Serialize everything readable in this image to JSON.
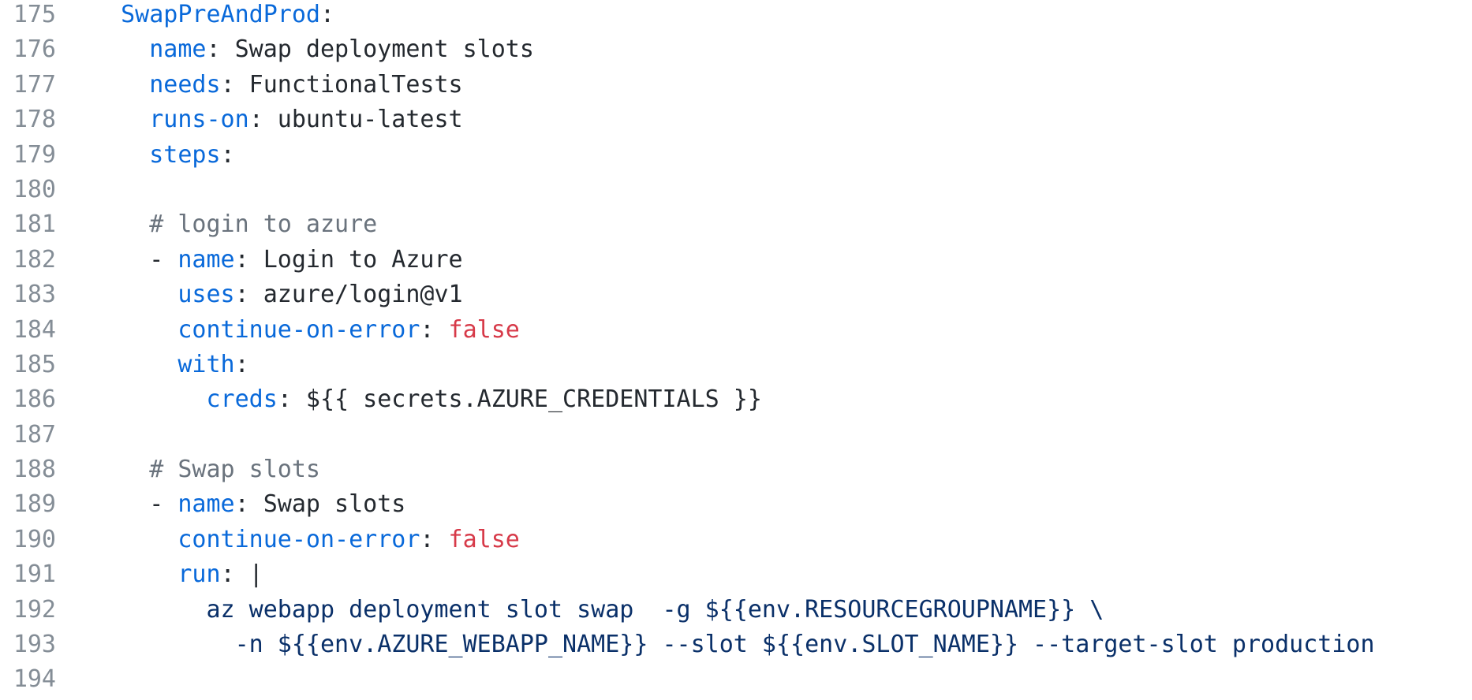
{
  "colors": {
    "background": "#ffffff",
    "line_number": "#848d96",
    "yaml_key": "#0969da",
    "plain_text": "#24292f",
    "comment": "#6a737d",
    "boolean_literal": "#d73a49",
    "shell_block": "#0a3069"
  },
  "editor": {
    "first_line_number": 175,
    "last_line_number": 194,
    "lines": [
      {
        "number": "175",
        "segments": [
          {
            "type": "plain",
            "text": "  "
          },
          {
            "type": "key",
            "text": "SwapPreAndProd"
          },
          {
            "type": "plain",
            "text": ":"
          }
        ]
      },
      {
        "number": "176",
        "segments": [
          {
            "type": "plain",
            "text": "    "
          },
          {
            "type": "key",
            "text": "name"
          },
          {
            "type": "plain",
            "text": ": Swap deployment slots"
          }
        ]
      },
      {
        "number": "177",
        "segments": [
          {
            "type": "plain",
            "text": "    "
          },
          {
            "type": "key",
            "text": "needs"
          },
          {
            "type": "plain",
            "text": ": FunctionalTests"
          }
        ]
      },
      {
        "number": "178",
        "segments": [
          {
            "type": "plain",
            "text": "    "
          },
          {
            "type": "key",
            "text": "runs-on"
          },
          {
            "type": "plain",
            "text": ": ubuntu-latest"
          }
        ]
      },
      {
        "number": "179",
        "segments": [
          {
            "type": "plain",
            "text": "    "
          },
          {
            "type": "key",
            "text": "steps"
          },
          {
            "type": "plain",
            "text": ":"
          }
        ]
      },
      {
        "number": "180",
        "segments": []
      },
      {
        "number": "181",
        "segments": [
          {
            "type": "comment",
            "text": "    # login to azure"
          }
        ]
      },
      {
        "number": "182",
        "segments": [
          {
            "type": "plain",
            "text": "    - "
          },
          {
            "type": "key",
            "text": "name"
          },
          {
            "type": "plain",
            "text": ": Login to Azure"
          }
        ]
      },
      {
        "number": "183",
        "segments": [
          {
            "type": "plain",
            "text": "      "
          },
          {
            "type": "key",
            "text": "uses"
          },
          {
            "type": "plain",
            "text": ": azure/login@v1"
          }
        ]
      },
      {
        "number": "184",
        "segments": [
          {
            "type": "plain",
            "text": "      "
          },
          {
            "type": "key",
            "text": "continue-on-error"
          },
          {
            "type": "plain",
            "text": ": "
          },
          {
            "type": "bool",
            "text": "false"
          }
        ]
      },
      {
        "number": "185",
        "segments": [
          {
            "type": "plain",
            "text": "      "
          },
          {
            "type": "key",
            "text": "with"
          },
          {
            "type": "plain",
            "text": ":"
          }
        ]
      },
      {
        "number": "186",
        "segments": [
          {
            "type": "plain",
            "text": "        "
          },
          {
            "type": "key",
            "text": "creds"
          },
          {
            "type": "plain",
            "text": ": ${{ secrets.AZURE_CREDENTIALS }}"
          }
        ]
      },
      {
        "number": "187",
        "segments": []
      },
      {
        "number": "188",
        "segments": [
          {
            "type": "comment",
            "text": "    # Swap slots"
          }
        ]
      },
      {
        "number": "189",
        "segments": [
          {
            "type": "plain",
            "text": "    - "
          },
          {
            "type": "key",
            "text": "name"
          },
          {
            "type": "plain",
            "text": ": Swap slots"
          }
        ]
      },
      {
        "number": "190",
        "segments": [
          {
            "type": "plain",
            "text": "      "
          },
          {
            "type": "key",
            "text": "continue-on-error"
          },
          {
            "type": "plain",
            "text": ": "
          },
          {
            "type": "bool",
            "text": "false"
          }
        ]
      },
      {
        "number": "191",
        "segments": [
          {
            "type": "plain",
            "text": "      "
          },
          {
            "type": "key",
            "text": "run"
          },
          {
            "type": "plain",
            "text": ": |"
          }
        ]
      },
      {
        "number": "192",
        "segments": [
          {
            "type": "shell",
            "text": "        az webapp deployment slot swap  -g ${{env.RESOURCEGROUPNAME}} \\"
          }
        ]
      },
      {
        "number": "193",
        "segments": [
          {
            "type": "shell",
            "text": "          -n ${{env.AZURE_WEBAPP_NAME}} --slot ${{env.SLOT_NAME}} --target-slot production"
          }
        ]
      },
      {
        "number": "194",
        "segments": []
      }
    ]
  }
}
